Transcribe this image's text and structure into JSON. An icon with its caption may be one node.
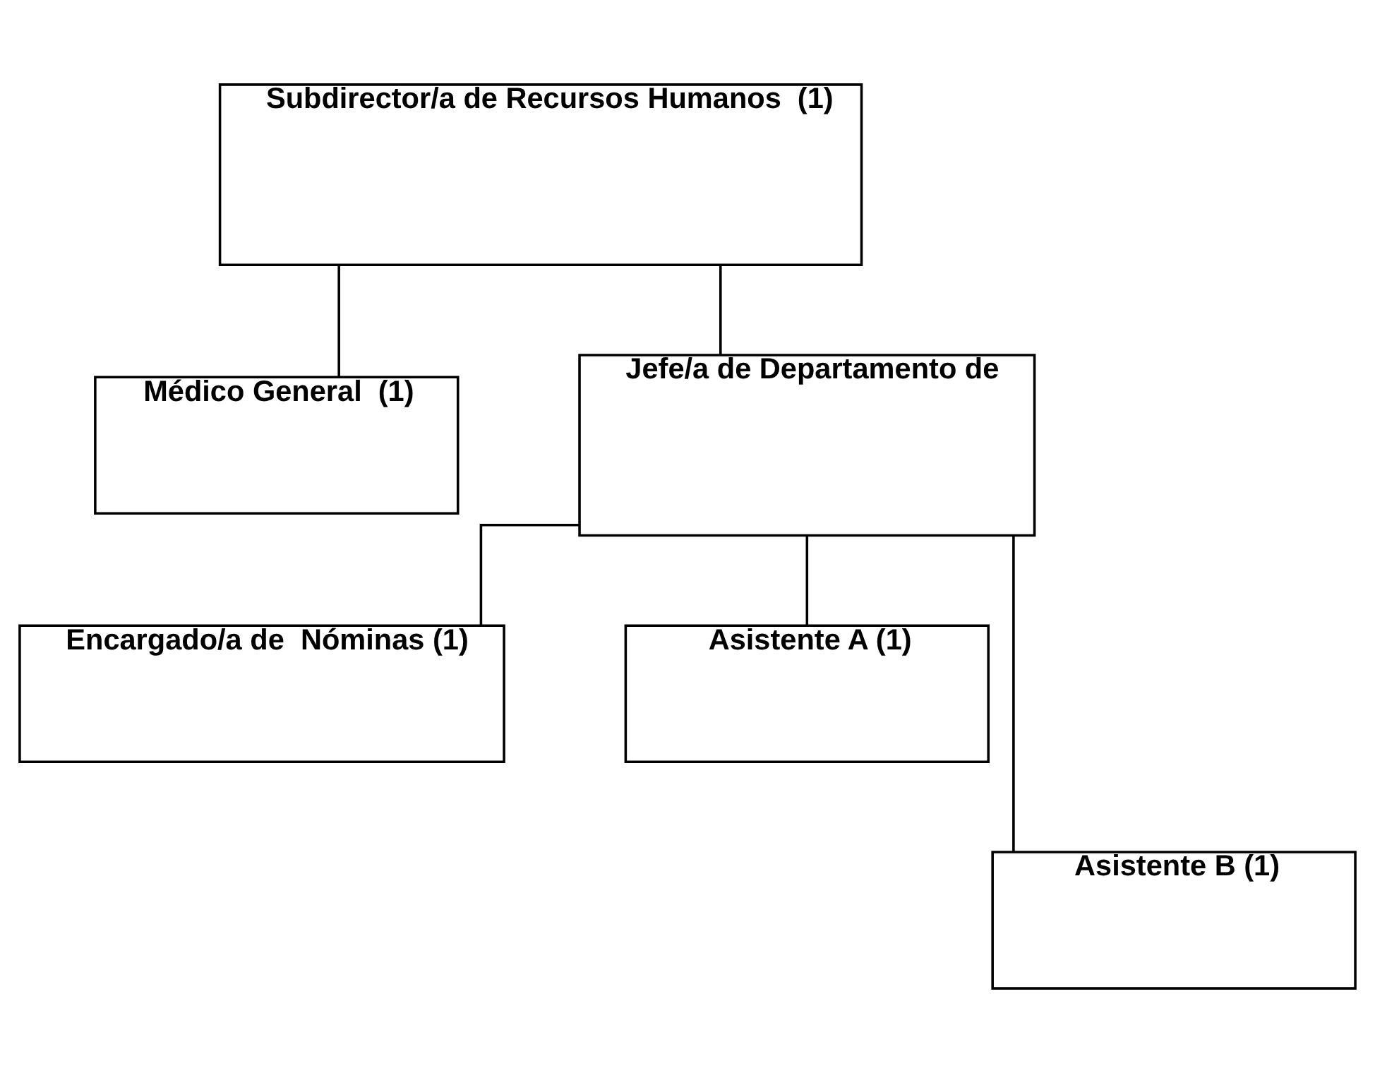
{
  "diagram": {
    "nodes": [
      {
        "text": [
          "Subdirector/a de Recursos Humanos  (1)"
        ]
      },
      {
        "text": [
          "Médico General  (1)"
        ]
      },
      {
        "text": [
          "Jefe/a de Departamento de"
        ]
      },
      {
        "text": [
          "Encargado/a de  Nóminas (1)"
        ]
      },
      {
        "text": [
          "Asistente A (1)"
        ]
      },
      {
        "text": [
          "Asistente B (1)"
        ]
      }
    ],
    "edges": [
      {
        "from": 0,
        "to": 2,
        "arrow": "none"
      },
      {
        "from": 0,
        "to": 1,
        "arrow": "none"
      },
      {
        "from": 2,
        "to": 3,
        "arrow": "none"
      },
      {
        "from": 2,
        "to": 4,
        "arrow": "none"
      },
      {
        "from": 2,
        "to": 5,
        "arrow": "none"
      }
    ]
  }
}
